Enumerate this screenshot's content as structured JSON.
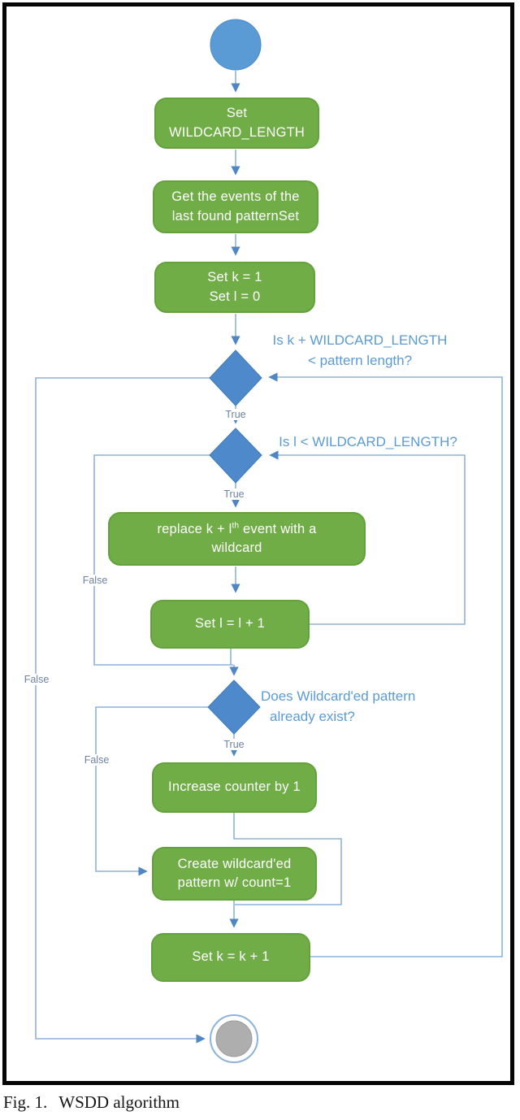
{
  "figure": {
    "caption_prefix": "Fig. 1.",
    "caption_text": "WSDD algorithm"
  },
  "nodes": {
    "set_wildcard_length": {
      "line1": "Set",
      "line2": "WILDCARD_LENGTH"
    },
    "get_events": {
      "line1": "Get the events of the",
      "line2": "last found patternSet"
    },
    "set_k_l": {
      "line1": "Set k = 1",
      "line2": "Set l = 0"
    },
    "replace_event": {
      "line1_pre": "replace k + l",
      "line1_sup": "th",
      "line1_post": " event with a",
      "line2": "wildcard"
    },
    "set_l_increment": {
      "line1": "Set l = l + 1"
    },
    "increase_counter": {
      "line1": "Increase counter by 1"
    },
    "create_pattern": {
      "line1": "Create wildcard'ed",
      "line2": "pattern w/ count=1"
    },
    "set_k_increment": {
      "line1": "Set k = k + 1"
    }
  },
  "decisions": {
    "k_loop": {
      "line1": "Is k + WILDCARD_LENGTH",
      "line2": "< pattern length?"
    },
    "l_loop": {
      "line1": "Is l < WILDCARD_LENGTH?"
    },
    "pattern_exists": {
      "line1": "Does Wildcard'ed pattern",
      "line2": "already exist?"
    }
  },
  "edge_labels": {
    "true": [
      "True",
      "True",
      "True"
    ],
    "false": [
      "False",
      "False",
      "False"
    ]
  },
  "colors": {
    "process_fill": "#70AD47",
    "process_border": "#63A13C",
    "start_fill": "#5B9BD5",
    "diamond_fill": "#4E8ACB",
    "line_blue": "#8EB2DA",
    "arrow_blue": "#4F86C6",
    "decision_label_blue": "#5B9BD5",
    "edge_label_gray": "#6E84A3",
    "end_fill_gray": "#AEAEAE"
  }
}
